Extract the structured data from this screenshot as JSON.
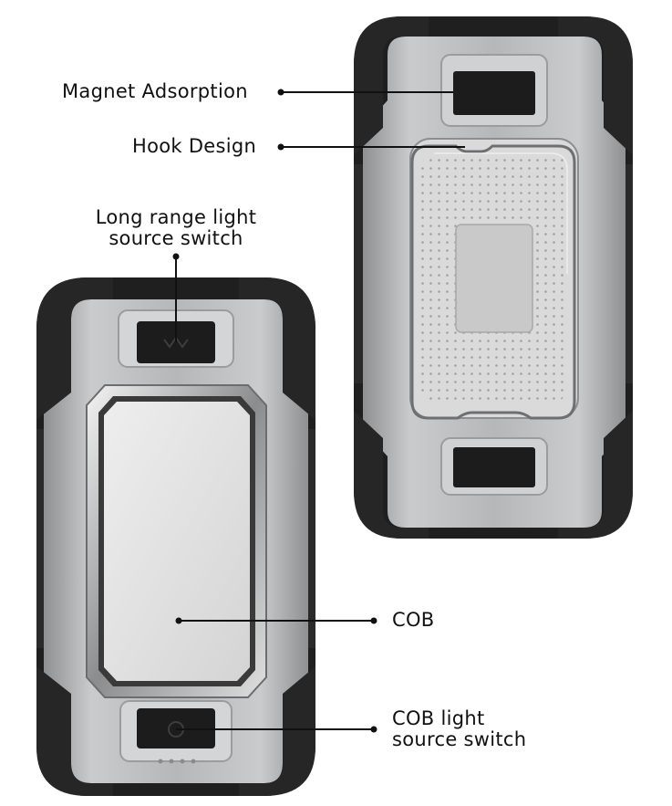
{
  "callouts": {
    "magnet": {
      "text": "Magnet Adsorption"
    },
    "hook": {
      "text": "Hook Design"
    },
    "long_range": {
      "line1": "Long range light",
      "line2": "source switch"
    },
    "cob": {
      "text": "COB"
    },
    "cob_switch": {
      "line1": "COB light",
      "line2": "source switch"
    }
  },
  "colors": {
    "rubber": "#262626",
    "rubber_dark": "#141414",
    "shell": "#a9abad",
    "shell_light": "#c8cacc",
    "frame": "#808285",
    "panel": "#dcdcdc",
    "pointer": "#111111"
  },
  "icons": [
    "magnet-pad",
    "hook",
    "switch-button",
    "cob-panel",
    "indicator-dots"
  ]
}
